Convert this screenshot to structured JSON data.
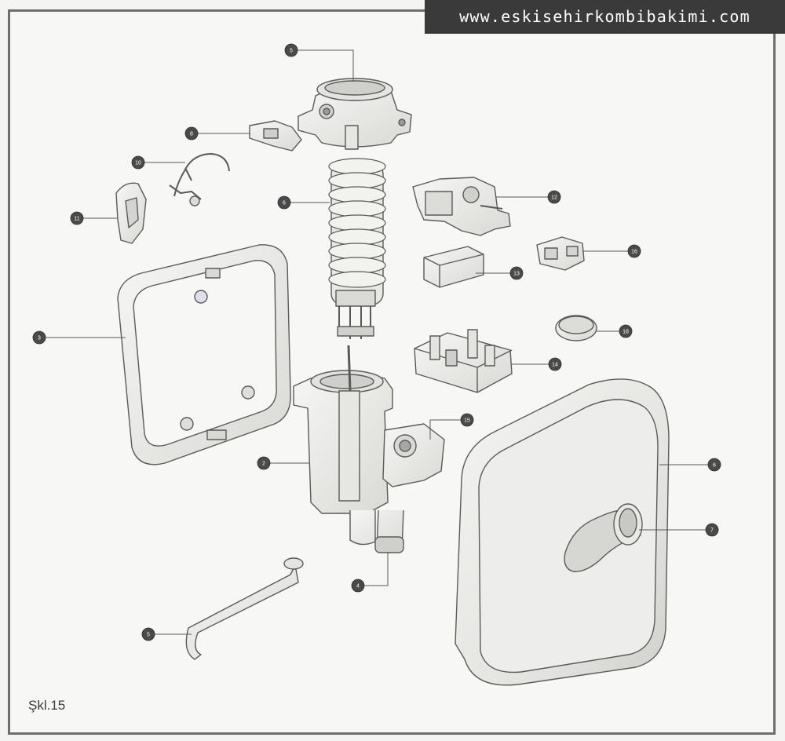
{
  "watermark": "www.eskisehirkombibakimi.com",
  "caption": "Şkl.15",
  "callouts": [
    {
      "id": "c-top",
      "label": "5"
    },
    {
      "id": "c-bracket",
      "label": "8"
    },
    {
      "id": "c-wire",
      "label": "10"
    },
    {
      "id": "c-coil",
      "label": "6"
    },
    {
      "id": "c-clip",
      "label": "11"
    },
    {
      "id": "c-valve",
      "label": "12"
    },
    {
      "id": "c-plug",
      "label": "16"
    },
    {
      "id": "c-block",
      "label": "13"
    },
    {
      "id": "c-backcover",
      "label": "3"
    },
    {
      "id": "c-disc",
      "label": "18"
    },
    {
      "id": "c-terminal",
      "label": "14"
    },
    {
      "id": "c-flange",
      "label": "15"
    },
    {
      "id": "c-tank",
      "label": "2"
    },
    {
      "id": "c-frontcover",
      "label": "6"
    },
    {
      "id": "c-knob",
      "label": "7"
    },
    {
      "id": "c-outlet",
      "label": "4"
    },
    {
      "id": "c-pipe",
      "label": "5"
    }
  ],
  "colors": {
    "line": "#5a5a5a",
    "part": "#ececea",
    "shade": "#d2d2cf",
    "badge": "#4a4a4a"
  }
}
